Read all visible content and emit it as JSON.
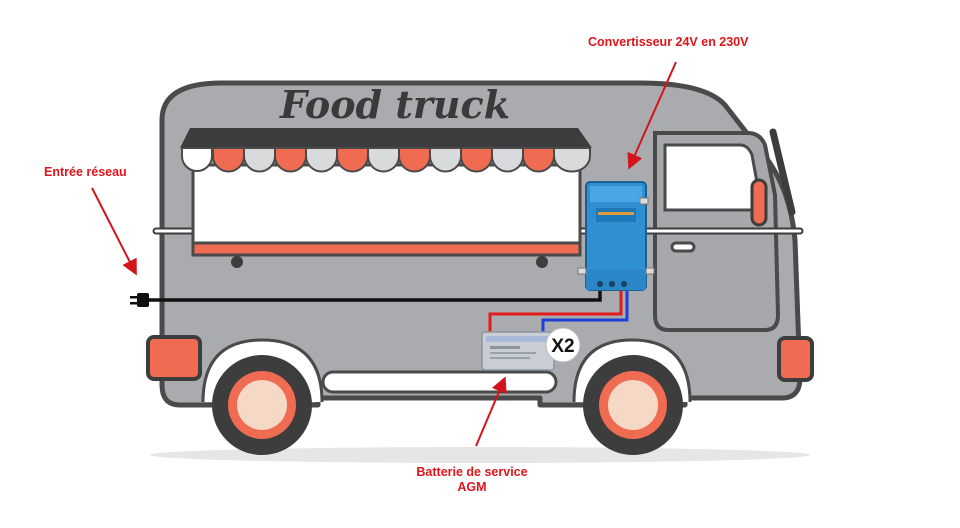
{
  "truck": {
    "title": "Food truck",
    "body_color": "#a7a9ac",
    "outline_color": "#4d4d4d",
    "accent_color": "#ef6b52",
    "awning_dark": "#3d3d3d"
  },
  "labels": {
    "converter": "Convertisseur 24V en 230V",
    "grid_input": "Entrée réseau",
    "battery_line1": "Batterie de service",
    "battery_line2": "AGM",
    "battery_multiplier": "X2"
  },
  "colors": {
    "label_red": "#e0141b",
    "converter_blue": "#2f8fd1",
    "wire_red": "#e21b1b",
    "wire_blue": "#1f3fd8",
    "wire_black": "#111111"
  },
  "icons": [
    "power-plug-icon",
    "converter-device",
    "agm-battery",
    "arrow-icon"
  ]
}
